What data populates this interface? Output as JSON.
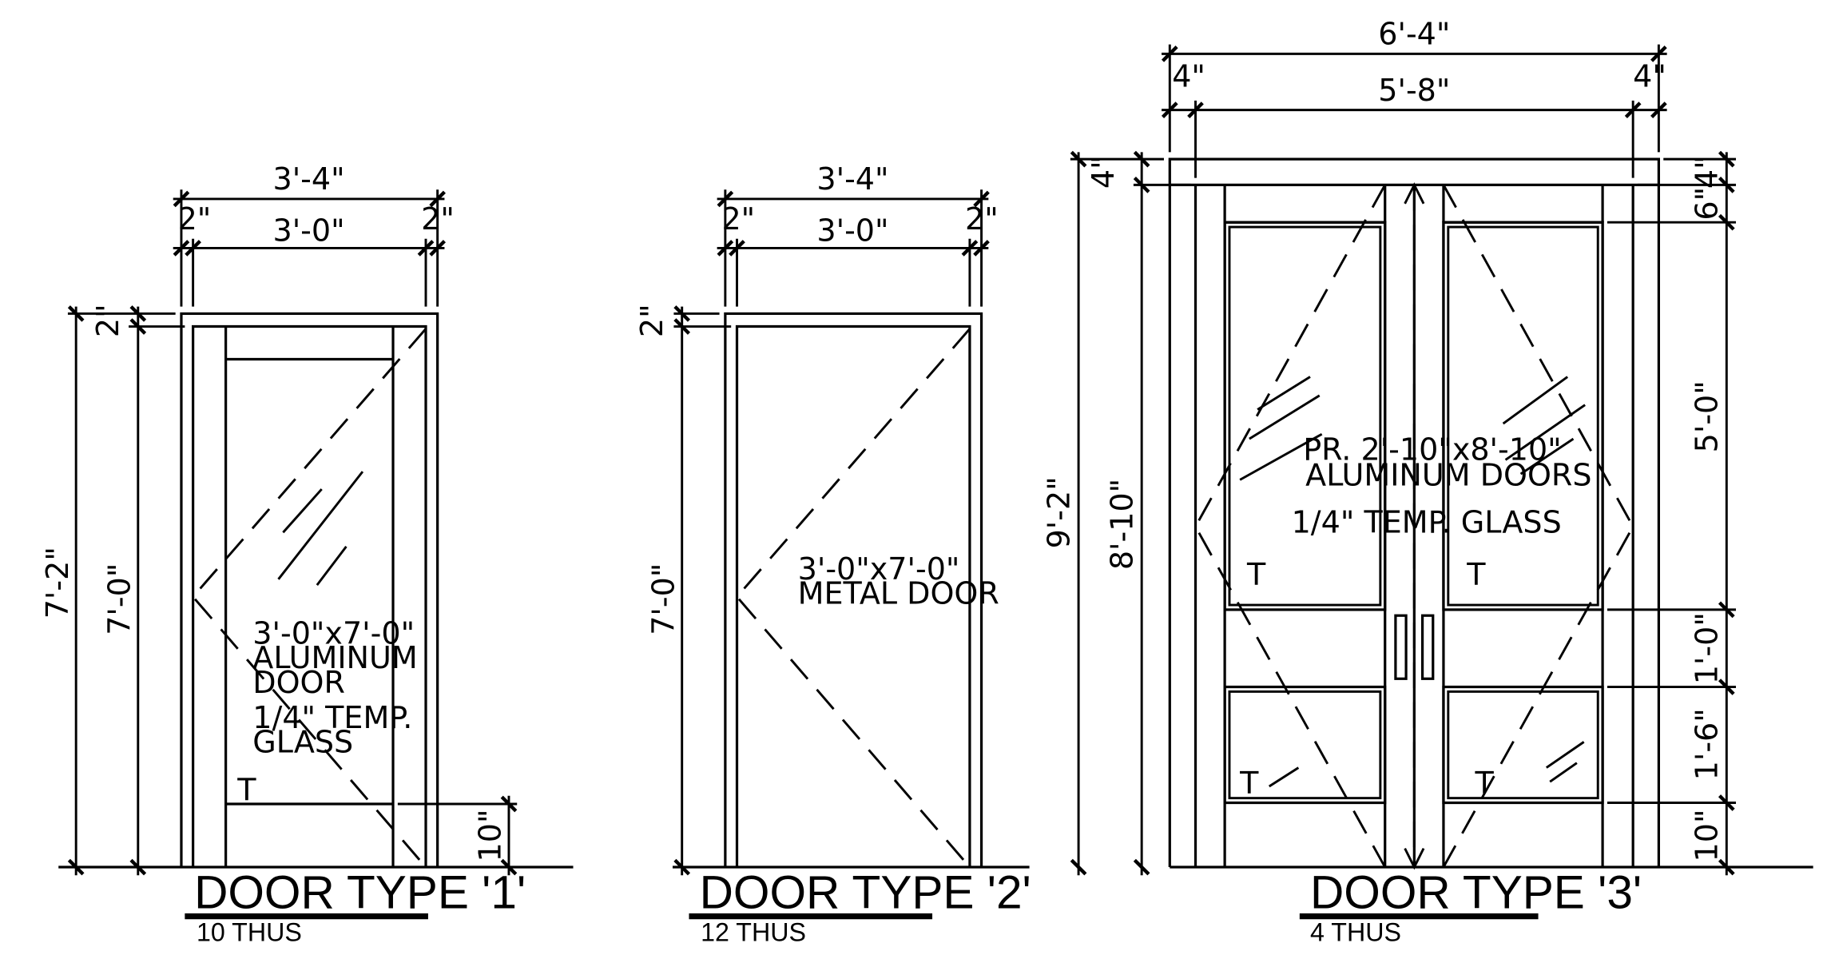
{
  "door1": {
    "title": "DOOR TYPE '1'",
    "quantity": "10 THUS",
    "dim_overall_width": "3'-4\"",
    "dim_opening_width": "3'-0\"",
    "dim_jamb_left": "2\"",
    "dim_jamb_right": "2\"",
    "dim_overall_height": "7'-2\"",
    "dim_door_height": "7'-0\"",
    "dim_head": "2\"",
    "dim_bottom_rail": "10\"",
    "note_size": "3'-0\"x7'-0\"",
    "note_material_1": "ALUMINUM",
    "note_material_2": "DOOR",
    "note_glass_1": "1/4\" TEMP.",
    "note_glass_2": "GLASS",
    "tempered_mark": "T"
  },
  "door2": {
    "title": "DOOR TYPE '2'",
    "quantity": "12 THUS",
    "dim_overall_width": "3'-4\"",
    "dim_opening_width": "3'-0\"",
    "dim_jamb_left": "2\"",
    "dim_jamb_right": "2\"",
    "dim_head": "2\"",
    "dim_door_height": "7'-0\"",
    "note_size": "3'-0\"x7'-0\"",
    "note_material": "METAL DOOR"
  },
  "door3": {
    "title": "DOOR TYPE '3'",
    "quantity": "4 THUS",
    "dim_overall_width": "6'-4\"",
    "dim_opening_width": "5'-8\"",
    "dim_jamb_left": "4\"",
    "dim_jamb_right": "4\"",
    "dim_overall_height": "9'-2\"",
    "dim_door_height": "8'-10\"",
    "dim_head": "4\"",
    "dim_top_rail": "6\"",
    "dim_upper_glass": "5'-0\"",
    "dim_mid_rail": "1'-0\"",
    "dim_lower_glass": "1'-6\"",
    "dim_bottom_rail": "10\"",
    "note_size": "PR. 2'-10\"x8'-10\"",
    "note_material": "ALUMINUM DOORS",
    "note_glass": "1/4\" TEMP. GLASS",
    "tempered_mark": "T"
  }
}
